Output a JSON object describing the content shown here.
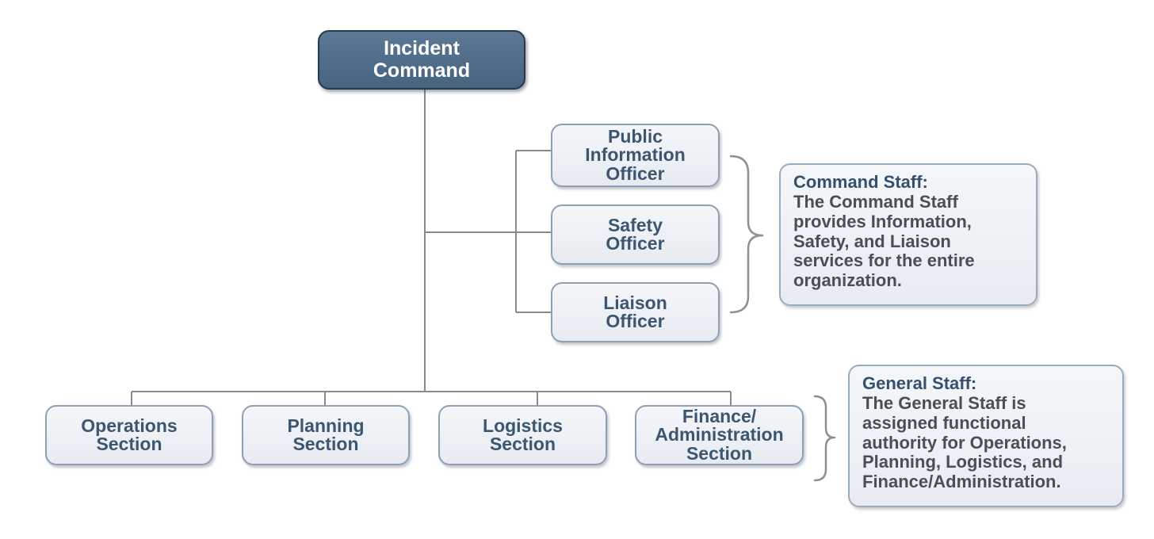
{
  "diagram": {
    "incident_command": "Incident\nCommand",
    "command_staff": {
      "public_information_officer": "Public\nInformation\nOfficer",
      "safety_officer": "Safety\nOfficer",
      "liaison_officer": "Liaison\nOfficer"
    },
    "general_staff": {
      "operations_section": "Operations\nSection",
      "planning_section": "Planning\nSection",
      "logistics_section": "Logistics\nSection",
      "finance_administration_section": "Finance/\nAdministration\nSection"
    },
    "command_staff_note": {
      "title": "Command Staff:",
      "body": "The Command Staff\nprovides Information,\nSafety, and Liaison\nservices for the entire\norganization."
    },
    "general_staff_note": {
      "title": "General Staff:",
      "body": "The General Staff is\nassigned functional\nauthority for Operations,\nPlanning, Logistics, and\nFinance/Administration."
    }
  },
  "colors": {
    "command_box_fill": "#4f6d8a",
    "staff_box_fill": "#eceff4",
    "staff_box_text": "#3d5670",
    "connector": "#8a8a8a"
  }
}
